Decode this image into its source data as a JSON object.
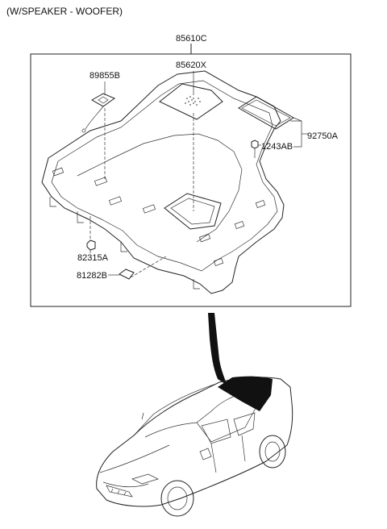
{
  "header": {
    "variant_text": "(W/SPEAKER - WOOFER)"
  },
  "parts": {
    "p85610C": "85610C",
    "p85620X": "85620X",
    "p89855B": "89855B",
    "p92750A": "92750A",
    "p1243AB": "1243AB",
    "p82315A": "82315A",
    "p81282B": "81282B"
  },
  "colors": {
    "line": "#222222",
    "background": "#ffffff",
    "highlight": "#111111"
  }
}
